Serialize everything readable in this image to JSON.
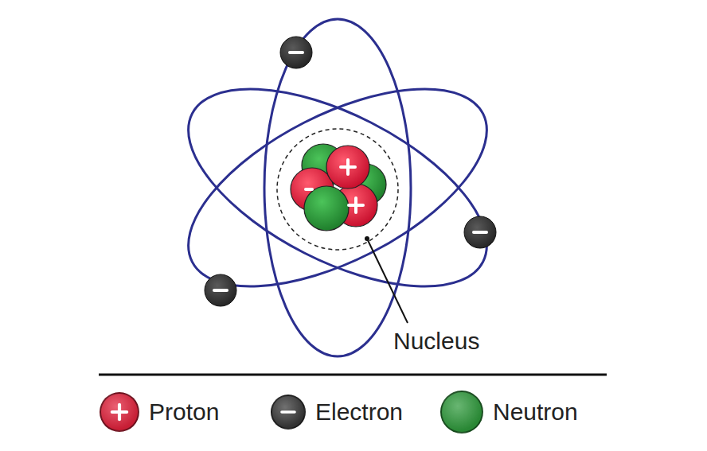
{
  "diagram": {
    "labels": [
      "Nucleus"
    ],
    "legend": [
      {
        "text": "Proton",
        "color": "#e2223c"
      },
      {
        "text": "Electron",
        "color": "#3a3a3a"
      },
      {
        "text": "Neutron",
        "color": "#2f9a3c"
      }
    ]
  }
}
